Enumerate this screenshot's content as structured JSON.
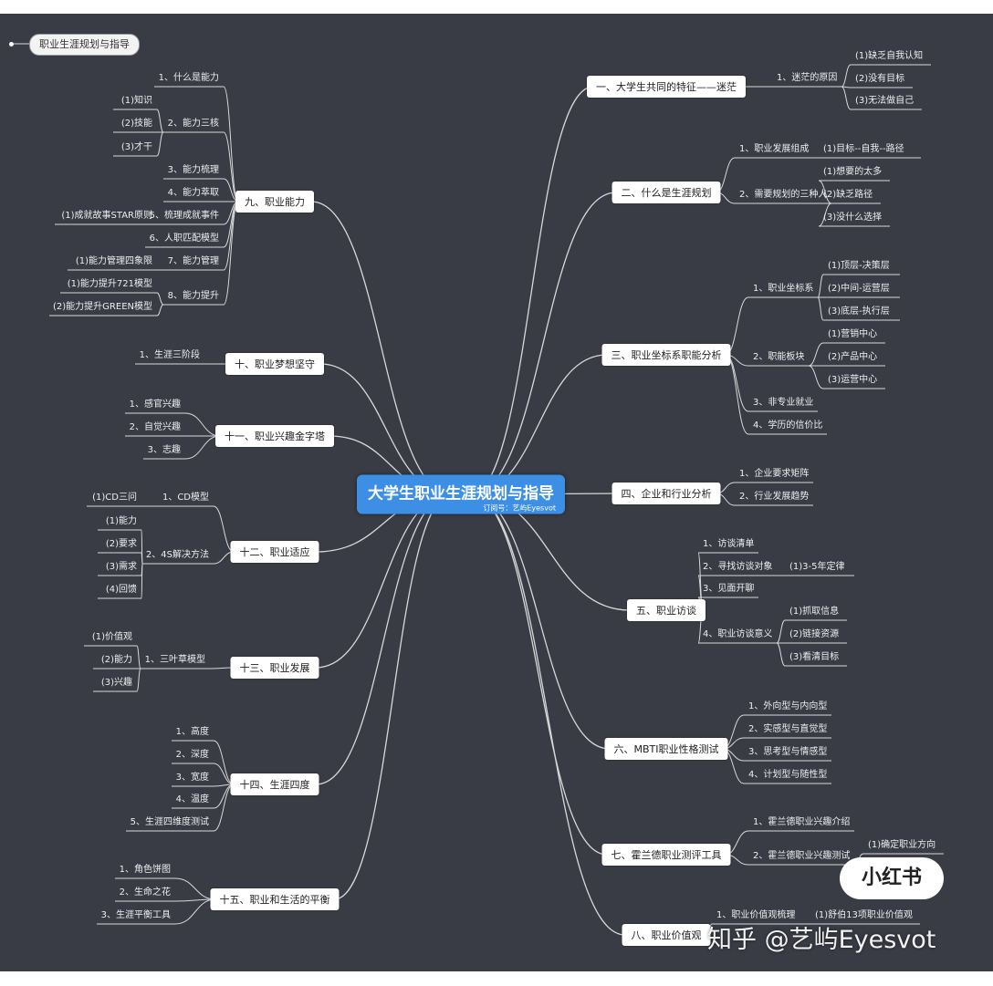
{
  "top_tag": "职业生涯规划与指导",
  "center": {
    "title": "大学生职业生涯规划与指导",
    "subtitle": "订阅号：艺屿Eyesvot"
  },
  "watermark": {
    "logo": "小红书",
    "text": "知乎 @艺屿Eyesvot"
  },
  "right": [
    {
      "label": "一、大学生共同的特征——迷茫",
      "children": [
        {
          "label": "1、迷茫的原因",
          "children": [
            {
              "label": "(1)缺乏自我认知"
            },
            {
              "label": "(2)没有目标"
            },
            {
              "label": "(3)无法做自己"
            }
          ]
        }
      ]
    },
    {
      "label": "二、什么是生涯规划",
      "children": [
        {
          "label": "1、职业发展组成",
          "children": [
            {
              "label": "(1)目标--自我--路径"
            }
          ]
        },
        {
          "label": "2、需要规划的三种人",
          "children": [
            {
              "label": "(1)想要的太多"
            },
            {
              "label": "(2)缺乏路径"
            },
            {
              "label": "(3)没什么选择"
            }
          ]
        }
      ]
    },
    {
      "label": "三、职业坐标系职能分析",
      "children": [
        {
          "label": "1、职业坐标系",
          "children": [
            {
              "label": "(1)顶层-决策层"
            },
            {
              "label": "(2)中间-运营层"
            },
            {
              "label": "(3)底层-执行层"
            }
          ]
        },
        {
          "label": "2、职能板块",
          "children": [
            {
              "label": "(1)营销中心"
            },
            {
              "label": "(2)产品中心"
            },
            {
              "label": "(3)运营中心"
            }
          ]
        },
        {
          "label": "3、非专业就业"
        },
        {
          "label": "4、学历的信价比"
        }
      ]
    },
    {
      "label": "四、企业和行业分析",
      "children": [
        {
          "label": "1、企业要求矩阵"
        },
        {
          "label": "2、行业发展趋势"
        }
      ]
    },
    {
      "label": "五、职业访谈",
      "children": [
        {
          "label": "1、访谈清单"
        },
        {
          "label": "2、寻找访谈对象",
          "children": [
            {
              "label": "(1)3-5年定律"
            }
          ]
        },
        {
          "label": "3、见面开聊"
        },
        {
          "label": "4、职业访谈意义",
          "children": [
            {
              "label": "(1)抓取信息"
            },
            {
              "label": "(2)链接资源"
            },
            {
              "label": "(3)看清目标"
            }
          ]
        }
      ]
    },
    {
      "label": "六、MBTI职业性格测试",
      "children": [
        {
          "label": "1、外向型与内向型"
        },
        {
          "label": "2、实感型与直觉型"
        },
        {
          "label": "3、思考型与情感型"
        },
        {
          "label": "4、计划型与随性型"
        }
      ]
    },
    {
      "label": "七、霍兰德职业测评工具",
      "children": [
        {
          "label": "1、霍兰德职业兴趣介绍"
        },
        {
          "label": "2、霍兰德职业兴趣测试",
          "children": [
            {
              "label": "(1)确定职业方向"
            }
          ]
        }
      ]
    },
    {
      "label": "八、职业价值观",
      "children": [
        {
          "label": "1、职业价值观梳理",
          "children": [
            {
              "label": "(1)舒伯13项职业价值观"
            }
          ]
        }
      ]
    }
  ],
  "left": [
    {
      "label": "九、职业能力",
      "children": [
        {
          "label": "1、什么是能力"
        },
        {
          "label": "2、能力三核",
          "children": [
            {
              "label": "(1)知识"
            },
            {
              "label": "(2)技能"
            },
            {
              "label": "(3)才干"
            }
          ]
        },
        {
          "label": "3、能力梳理"
        },
        {
          "label": "4、能力萃取"
        },
        {
          "label": "5、梳理成就事件",
          "children": [
            {
              "label": "(1)成就故事STAR原则"
            }
          ]
        },
        {
          "label": "6、人职匹配模型"
        },
        {
          "label": "7、能力管理",
          "children": [
            {
              "label": "(1)能力管理四象限"
            }
          ]
        },
        {
          "label": "8、能力提升",
          "children": [
            {
              "label": "(1)能力提升721模型"
            },
            {
              "label": "(2)能力提升GREEN模型"
            }
          ]
        }
      ]
    },
    {
      "label": "十、职业梦想坚守",
      "children": [
        {
          "label": "1、生涯三阶段"
        }
      ]
    },
    {
      "label": "十一、职业兴趣金字塔",
      "children": [
        {
          "label": "1、感官兴趣"
        },
        {
          "label": "2、自觉兴趣"
        },
        {
          "label": "3、志趣"
        }
      ]
    },
    {
      "label": "十二、职业适应",
      "children": [
        {
          "label": "1、CD模型",
          "children": [
            {
              "label": "(1)CD三问"
            }
          ]
        },
        {
          "label": "2、4S解决方法",
          "children": [
            {
              "label": "(1)能力"
            },
            {
              "label": "(2)要求"
            },
            {
              "label": "(3)需求"
            },
            {
              "label": "(4)回馈"
            }
          ]
        }
      ]
    },
    {
      "label": "十三、职业发展",
      "children": [
        {
          "label": "1、三叶草模型",
          "children": [
            {
              "label": "(1)价值观"
            },
            {
              "label": "(2)能力"
            },
            {
              "label": "(3)兴趣"
            }
          ]
        }
      ]
    },
    {
      "label": "十四、生涯四度",
      "children": [
        {
          "label": "1、高度"
        },
        {
          "label": "2、深度"
        },
        {
          "label": "3、宽度"
        },
        {
          "label": "4、温度"
        },
        {
          "label": "5、生涯四维度测试"
        }
      ]
    },
    {
      "label": "十五、职业和生活的平衡",
      "children": [
        {
          "label": "1、角色饼图"
        },
        {
          "label": "2、生命之花"
        },
        {
          "label": "3、生涯平衡工具"
        }
      ]
    }
  ]
}
